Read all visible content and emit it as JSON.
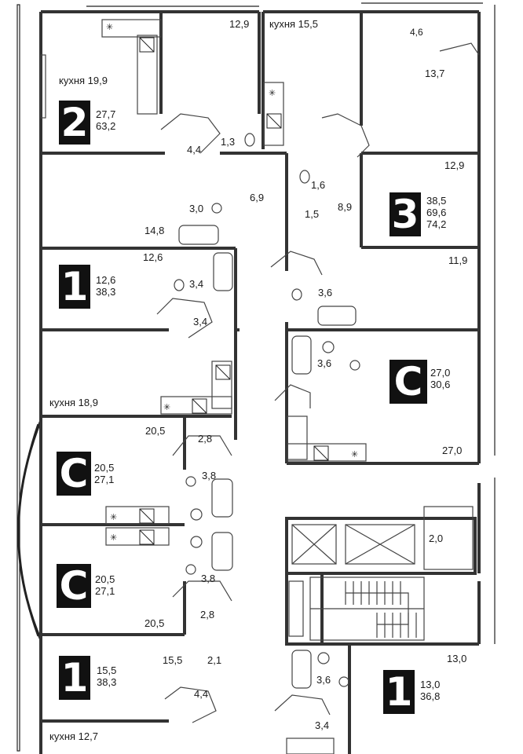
{
  "rooms": {
    "r_129_top": "12,9",
    "kitchen_155": "кухня 15,5",
    "r_46": "4,6",
    "kitchen_199": "кухня 19,9",
    "r_137": "13,7",
    "r_44_top": "4,4",
    "r_13": "1,3",
    "r_129_right": "12,9",
    "r_16": "1,6",
    "r_30": "3,0",
    "r_69": "6,9",
    "r_89": "8,9",
    "r_15": "1,5",
    "r_148": "14,8",
    "r_126": "12,6",
    "r_119": "11,9",
    "r_34_a": "3,4",
    "r_36_a": "3,6",
    "r_34_b": "3,4",
    "r_36_b": "3,6",
    "kitchen_189": "кухня 18,9",
    "r_205_a": "20,5",
    "r_28_a": "2,8",
    "r_270": "27,0",
    "r_38_a": "3,8",
    "r_20": "2,0",
    "r_38_b": "3,8",
    "r_205_b": "20,5",
    "r_28_b": "2,8",
    "r_130": "13,0",
    "r_155": "15,5",
    "r_21": "2,1",
    "r_36_c": "3,6",
    "r_44_b": "4,4",
    "r_34_c": "3,4",
    "kitchen_127": "кухня 12,7"
  },
  "units": [
    {
      "type": "2",
      "living": "27,7",
      "total": "63,2"
    },
    {
      "type": "3",
      "living": "38,5",
      "total": "69,6",
      "total2": "74,2"
    },
    {
      "type": "1",
      "living": "12,6",
      "total": "38,3"
    },
    {
      "type": "C",
      "living": "27,0",
      "total": "30,6"
    },
    {
      "type": "C",
      "living": "20,5",
      "total": "27,1"
    },
    {
      "type": "C",
      "living": "20,5",
      "total": "27,1"
    },
    {
      "type": "1",
      "living": "15,5",
      "total": "38,3"
    },
    {
      "type": "1",
      "living": "13,0",
      "total": "36,8"
    }
  ]
}
